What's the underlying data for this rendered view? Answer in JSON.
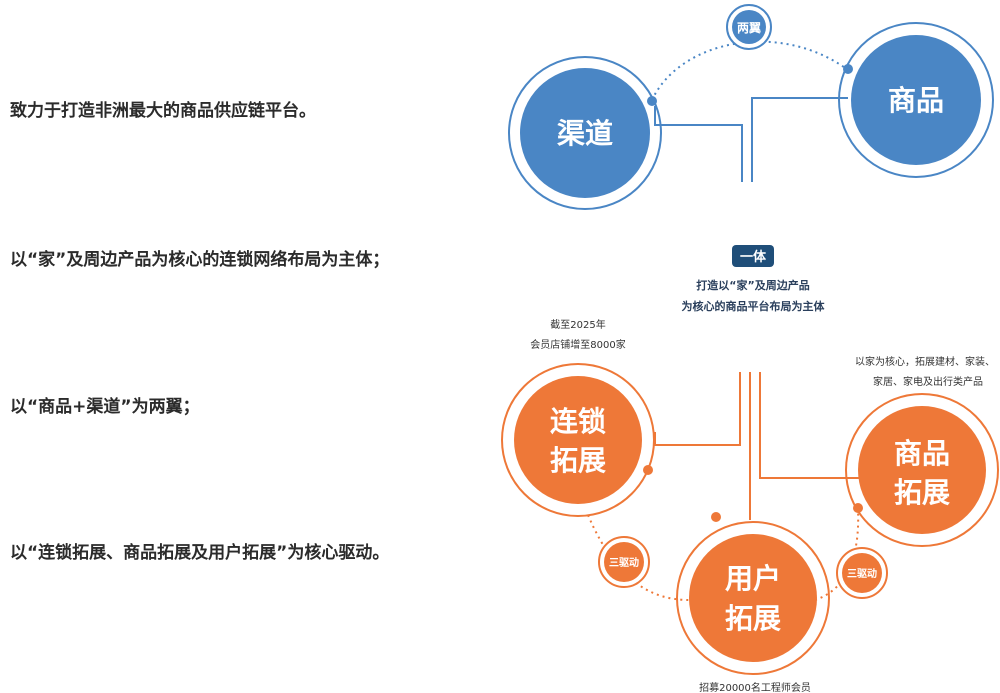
{
  "statements": [
    "致力于打造非洲最大的商品供应链平台。",
    "以“家”及周边产品为核心的连锁网络布局为主体；",
    "以“商品+渠道”为两翼；",
    "以“连锁拓展、商品拓展及用户拓展”为核心驱动。"
  ],
  "diagram": {
    "wings_label": "两翼",
    "channel_line1": "渠道",
    "product_line1": "商品",
    "core_badge": "一体",
    "core_desc_line1": "打造以“家”及周边产品",
    "core_desc_line2": "为核心的商品平台布局为主体",
    "chain": {
      "line1": "连锁",
      "line2": "拓展"
    },
    "chain_note_line1": "截至2025年",
    "chain_note_line2": "会员店铺增至8000家",
    "goods": {
      "line1": "商品",
      "line2": "拓展"
    },
    "goods_note_line1": "以家为核心，拓展建材、家装、",
    "goods_note_line2": "家居、家电及出行类产品",
    "user": {
      "line1": "用户",
      "line2": "拓展"
    },
    "user_note": "招募20000名工程师会员",
    "drive_left": "三驱动",
    "drive_right": "三驱动"
  },
  "colors": {
    "blue": "#4a86c5",
    "orange": "#ee7838",
    "navy": "#1f4e79"
  }
}
